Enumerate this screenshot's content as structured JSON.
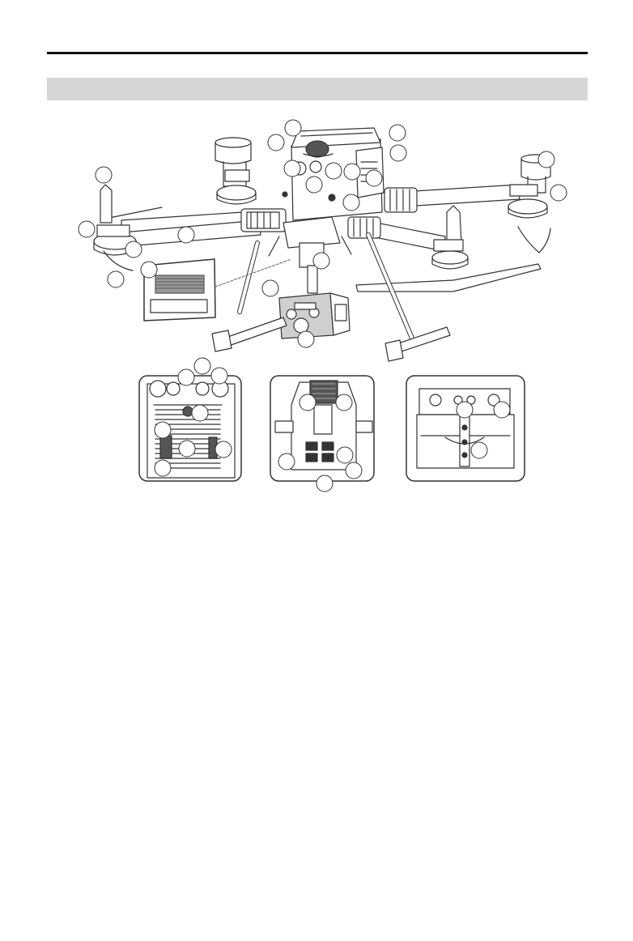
{
  "page": {
    "header_rule": "solid",
    "section_title": ""
  },
  "figure": {
    "callout_count": 41,
    "detail_panels": [
      "top-view",
      "underside-view",
      "rear-view"
    ],
    "main_subject": "quadcopter-drone-with-gimbal-camera"
  },
  "colors": {
    "line": "#333333",
    "fill_light": "#ffffff",
    "fill_grey": "#cfcfcf",
    "fill_dark": "#555555",
    "section_bar": "#d6d6d6"
  }
}
